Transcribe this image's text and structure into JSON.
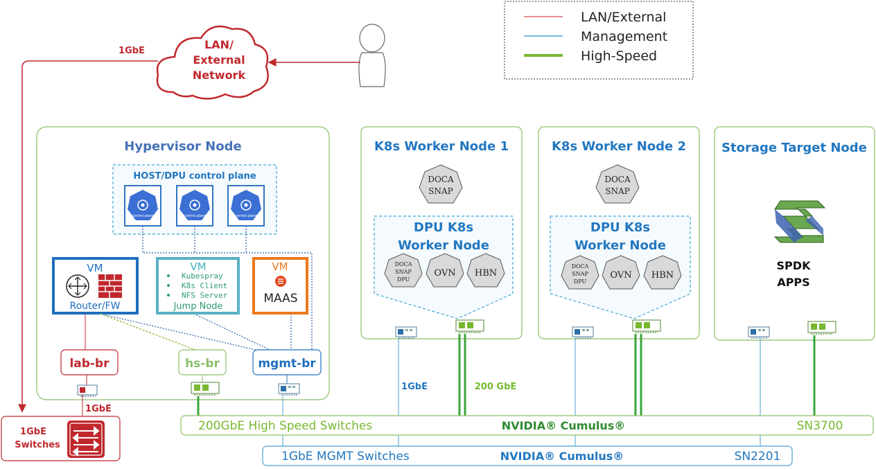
{
  "legend": {
    "items": [
      {
        "label": "LAN/External",
        "color": "#e06666"
      },
      {
        "label": "Management",
        "color": "#4a9fd4"
      },
      {
        "label": "High-Speed",
        "color": "#77b82f"
      }
    ]
  },
  "cloud": {
    "line1": "LAN/",
    "line2": "External",
    "line3": "Network",
    "link_label": "1GbE"
  },
  "hypervisor": {
    "title": "Hypervisor Node",
    "control_plane": {
      "title": "HOST/DPU control plane",
      "icon_label": "control plane"
    },
    "vm_router": {
      "title": "VM",
      "caption": "Router/FW"
    },
    "vm_jump": {
      "title": "VM",
      "items": [
        "Kubespray",
        "K8s Client",
        "NFS Server"
      ],
      "caption": "Jump Node"
    },
    "vm_maas": {
      "title": "VM",
      "caption": "MAAS"
    },
    "bridges": {
      "lab": "lab-br",
      "hs": "hs-br",
      "mgmt": "mgmt-br"
    },
    "nic_link_label": "1GbE"
  },
  "lan_switch": {
    "line1": "1GbE",
    "line2": "Switches"
  },
  "worker1": {
    "title": "K8s Worker Node 1",
    "snap": [
      "DOCA",
      "SNAP"
    ],
    "dpu_title": [
      "DPU K8s",
      "Worker Node"
    ],
    "pods": {
      "snap_dpu": [
        "DOCA",
        "SNAP",
        "DPU"
      ],
      "ovn": "OVN",
      "hbn": "HBN"
    },
    "mgmt_label": "1GbE",
    "hs_label": "200 GbE"
  },
  "worker2": {
    "title": "K8s Worker Node 2",
    "snap": [
      "DOCA",
      "SNAP"
    ],
    "dpu_title": [
      "DPU K8s",
      "Worker Node"
    ],
    "pods": {
      "snap_dpu": [
        "DOCA",
        "SNAP",
        "DPU"
      ],
      "ovn": "OVN",
      "hbn": "HBN"
    }
  },
  "storage": {
    "title": "Storage Target Node",
    "app_line1": "SPDK",
    "app_line2": "APPS"
  },
  "hs_switch": {
    "label": "200GbE  High Speed Switches",
    "vendor": "NVIDIA® Cumulus®",
    "model": "SN3700"
  },
  "mgmt_switch": {
    "label": "1GbE  MGMT Switches",
    "vendor": "NVIDIA® Cumulus®",
    "model": "SN2201"
  }
}
